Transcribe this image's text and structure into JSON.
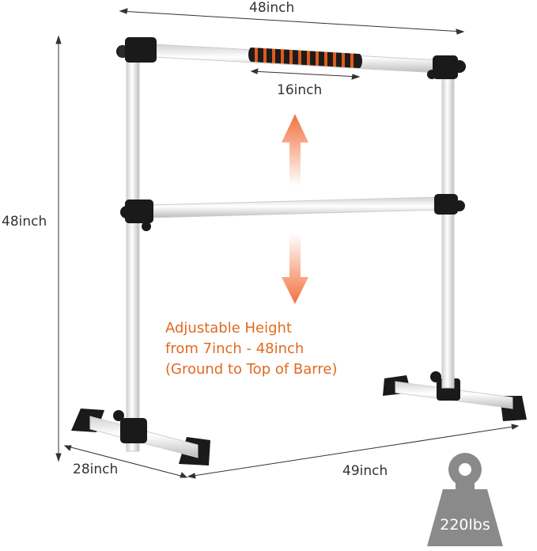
{
  "dimensions": {
    "top_width": "48inch",
    "grip_length": "16inch",
    "height": "48inch",
    "base_depth": "28inch",
    "base_width": "49inch"
  },
  "note": {
    "line1": "Adjustable Height",
    "line2": "from 7inch - 48inch",
    "line3": "(Ground to Top of Barre)"
  },
  "weight_capacity": "220lbs",
  "colors": {
    "frame": "#f4f4f4",
    "fittings": "#1a1a1a",
    "grip": "#e05a1c",
    "note_text": "#e06a1f",
    "weight_icon": "#8a8a8a"
  },
  "icons": {
    "weight": "kettlebell-weight-icon",
    "height_arrow": "double-arrow-icon"
  }
}
